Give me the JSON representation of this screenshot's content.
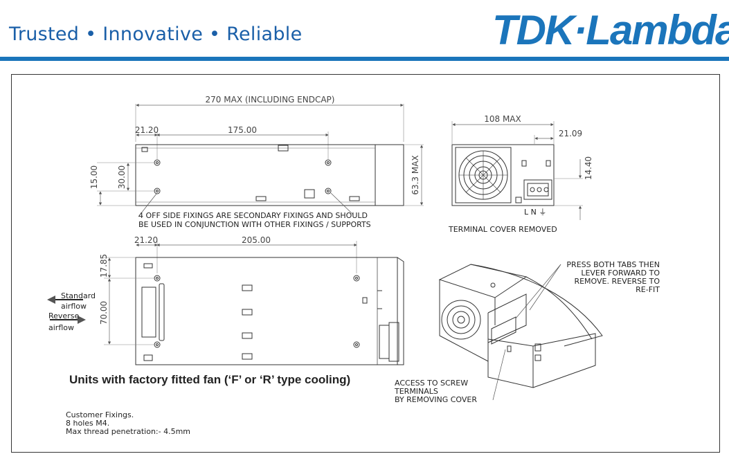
{
  "header": {
    "tagline": "Trusted • Innovative • Reliable",
    "logo_text": "TDK·Lambda",
    "brand_color": "#1b75bb"
  },
  "side_view": {
    "overall_dim": "270 MAX (INCLUDING ENDCAP)",
    "dim_left": "21.20",
    "dim_span": "175.00",
    "dim_15": "15.00",
    "dim_30": "30.00",
    "dim_height": "63.3 MAX",
    "note_line1": "4 OFF SIDE FIXINGS ARE SECONDARY FIXINGS AND SHOULD",
    "note_line2": "BE USED IN CONJUNCTION WITH OTHER FIXINGS / SUPPORTS"
  },
  "end_view": {
    "dim_width": "108 MAX",
    "dim_offset": "21.09",
    "dim_14": "14.40",
    "terminal_labels": "L  N  ⏚",
    "caption": "TERMINAL COVER REMOVED"
  },
  "bottom_view": {
    "dim_left": "21.20",
    "dim_span": "205.00",
    "dim_17": "17.85",
    "dim_70": "70.00",
    "standard_label": "Standard",
    "standard_sub": "airflow",
    "reverse_label": "Reverse",
    "reverse_sub": "airflow"
  },
  "iso_view": {
    "press_note_1": "PRESS BOTH TABS THEN",
    "press_note_2": "LEVER FORWARD TO",
    "press_note_3": "REMOVE. REVERSE TO",
    "press_note_4": "RE-FIT",
    "access_note_1": "ACCESS TO SCREW",
    "access_note_2": "TERMINALS",
    "access_note_3": "BY REMOVING COVER"
  },
  "caption_main": "Units with factory fitted fan (‘F’ or ‘R’ type cooling)",
  "fixings": {
    "line1": "Customer Fixings.",
    "line2": "8 holes M4.",
    "line3": "Max thread penetration:- 4.5mm"
  }
}
